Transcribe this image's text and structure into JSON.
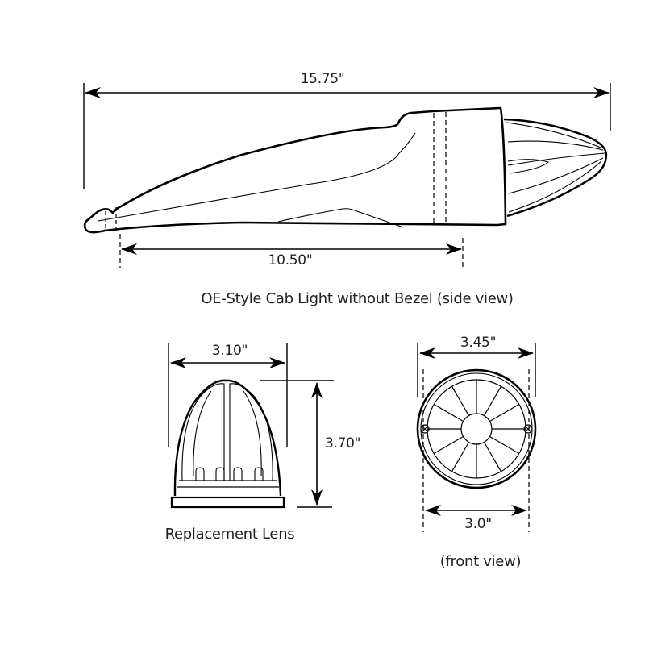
{
  "side_view": {
    "overall_length": "15.75\"",
    "base_length": "10.50\"",
    "caption": "OE-Style Cab Light without Bezel (side view)"
  },
  "replacement_lens": {
    "width": "3.10\"",
    "height": "3.70\"",
    "caption": "Replacement Lens"
  },
  "front_view": {
    "outer_diameter": "3.45\"",
    "inner_diameter": "3.0\"",
    "caption": "(front view)"
  },
  "colors": {
    "line": "#000000",
    "text": "#231f20",
    "background": "#ffffff"
  }
}
